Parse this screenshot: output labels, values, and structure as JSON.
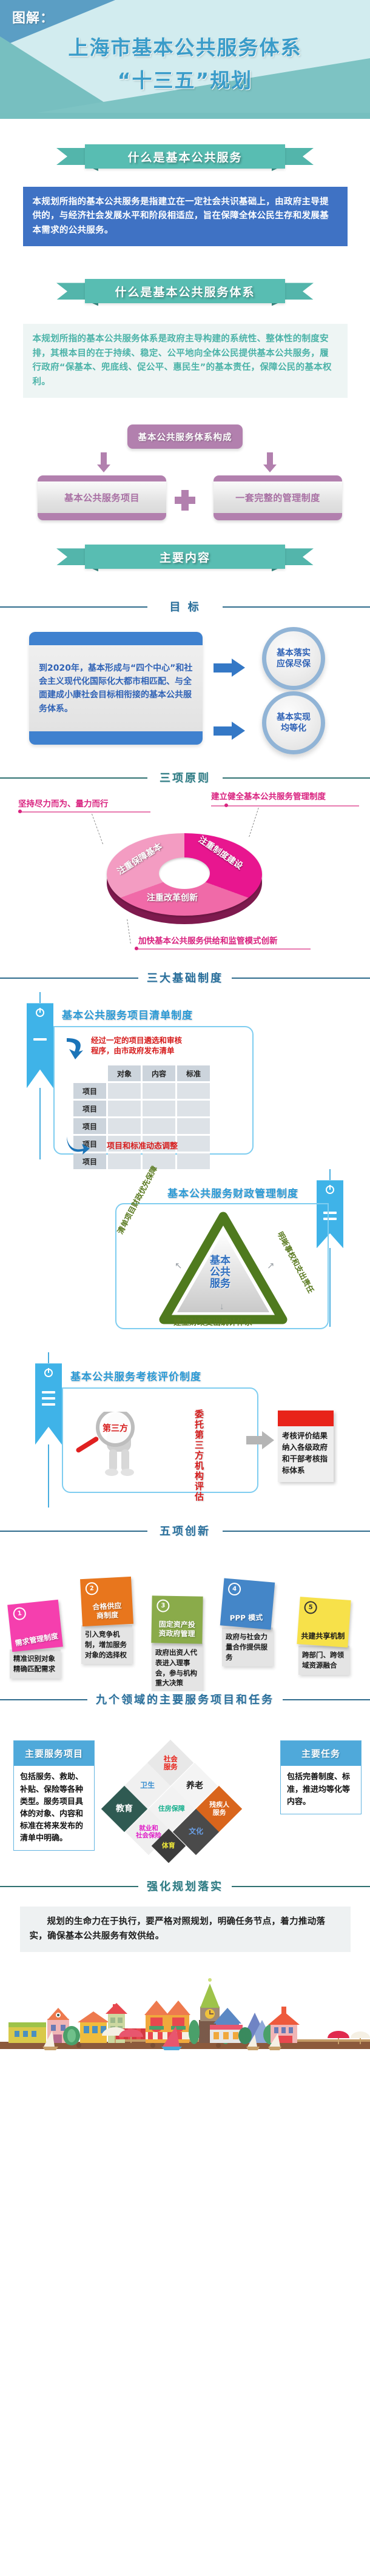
{
  "header": {
    "label": "图解：",
    "title_line1": "上海市基本公共服务体系",
    "title_line2": "“十三五”规划",
    "colors": {
      "bg": "#d2ecef",
      "accent_blue": "#5b9ec4",
      "accent_teal": "#77bfc0",
      "title": "#3a9cc9"
    }
  },
  "section_what_is_service": {
    "ribbon": "什么是基本公共服务",
    "body": "本规划所指的基本公共服务是指建立在一定社会共识基础上，由政府主导提供的，与经济社会发展水平和阶段相适应，旨在保障全体公民生存和发展基本需求的公共服务。"
  },
  "section_what_is_system": {
    "ribbon": "什么是基本公共服务体系",
    "body": "本规划所指的基本公共服务体系是政府主导构建的系统性、整体性的制度安排，其根本目的在于持续、稳定、公平地向全体公民提供基本公共服务，履行政府“保基本、兜底线、促公平、惠民生”的基本责任，保障公民的基本权利。"
  },
  "composition": {
    "head": "基本公共服务体系构成",
    "card1": "基本公共服务项目",
    "plus": "+",
    "card2": "一套完整的管理制度"
  },
  "main_content_ribbon": "主要内容",
  "goals": {
    "section_title": "目 标",
    "text": "到2020年，基本形成与“四个中心”和社会主义现代化国际化大都市相匹配、与全面建成小康社会目标相衔接的基本公共服务体系。",
    "outcomes": [
      {
        "line1": "基本落实",
        "line2": "应保尽保"
      },
      {
        "line1": "基本实现",
        "line2": "均等化"
      }
    ]
  },
  "principles": {
    "section_title": "三项原则",
    "labels": [
      "坚持尽力而为、量力而行",
      "建立健全基本公共服务管理制度",
      "加快基本公共服务供给和监管模式创新"
    ],
    "donut_segments": [
      "注重保障基本",
      "注重制度建设",
      "注重改革创新"
    ]
  },
  "three_systems": {
    "section_title": "三大基础制度",
    "items": [
      {
        "mark": "一",
        "title": "基本公共服务项目清单制度",
        "note_top": "经过一定的项目遴选和审核\n程序，由市政府发布清单",
        "note_bottom": "项目和标准动态调整",
        "table": {
          "columns": [
            "",
            "对象",
            "内容",
            "标准"
          ],
          "rows": [
            "项目",
            "项目",
            "项目",
            "项目",
            "项目"
          ]
        }
      },
      {
        "mark": "二",
        "title": "基本公共服务财政管理制度",
        "triangle_center": "基本\n公共\n服务",
        "triangle_labels": [
          "清单项目财政优先保障",
          "明晰事权和支出责任",
          "建立财政支出统计体系"
        ]
      },
      {
        "mark": "三",
        "title": "基本公共服务考核评价制度",
        "magnifier_label": "第三方",
        "vertical_text": "委托第三方机构评估",
        "result_card": "考核评价结果纳入各级政府和干部考核指标体系"
      }
    ]
  },
  "five_innovations": {
    "section_title": "五项创新",
    "cards": [
      {
        "num": "1",
        "title": "需求管理制度",
        "body": "精准识别对象精确匹配需求",
        "color": "#f53fae"
      },
      {
        "num": "2",
        "title": "合格供应\n商制度",
        "body": "引入竞争机制，增加服务对象的选择权",
        "color": "#e8761d"
      },
      {
        "num": "3",
        "title": "固定资产投\n资政府管理",
        "body": "政府出资人代表进入理事会，参与机构重大决策",
        "color": "#8aab4a"
      },
      {
        "num": "4",
        "title": "PPP 模式",
        "body": "政府与社会力量合作提供服务",
        "color": "#4486c8"
      },
      {
        "num": "5",
        "title": "共建共享机制",
        "body": "跨部门、跨领域资源融合",
        "color": "#f7e14a"
      }
    ]
  },
  "nine_fields": {
    "section_title": "九个领域的主要服务项目和任务",
    "left": {
      "head": "主要服务项目",
      "body": "包括服务、救助、补贴、保险等各种类型。服务项目具体的对象、内容和标准在将来发布的清单中明确。"
    },
    "right": {
      "head": "主要任务",
      "body": "包括完善制度、标准，推进均等化等内容。"
    },
    "diamonds": [
      "社会服务",
      "养老",
      "卫生",
      "教育",
      "住房保障",
      "残疾人服务",
      "就业和社会保险",
      "文化",
      "体育"
    ]
  },
  "implementation": {
    "section_title": "强化规划落实",
    "body": "规划的生命力在于执行，要严格对照规划，明确任务节点，着力推动落实，确保基本公共服务有效供给。"
  }
}
